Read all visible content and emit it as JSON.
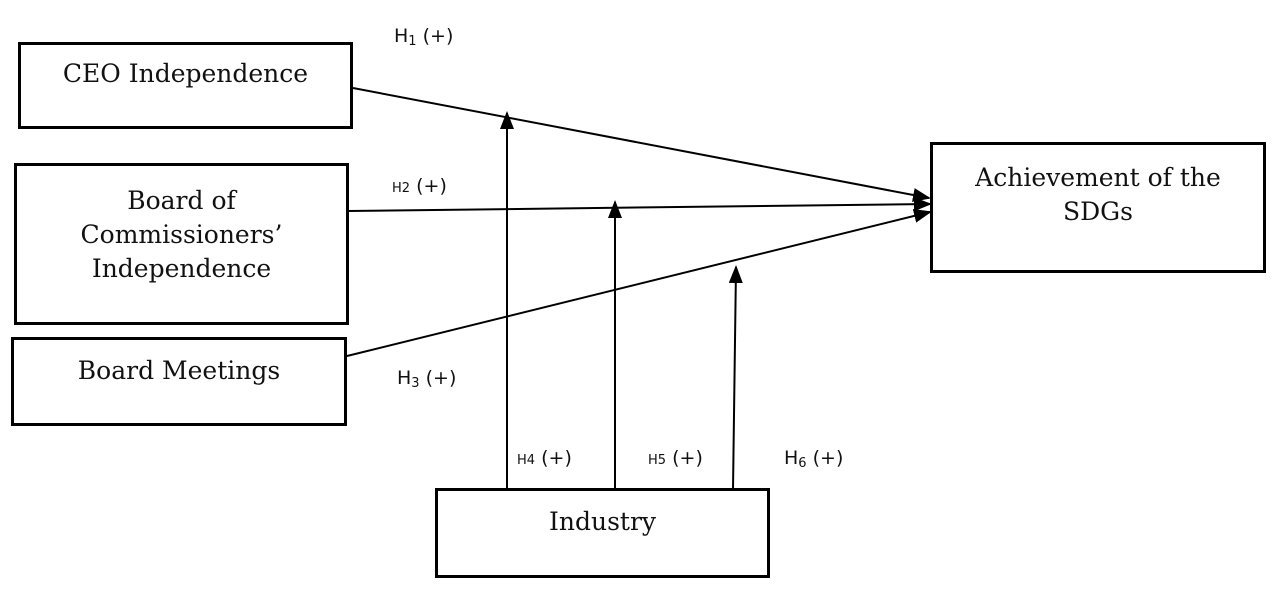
{
  "diagram": {
    "nodes": {
      "ceo": {
        "label": "CEO Independence"
      },
      "boc": {
        "lines": [
          "Board of",
          "Commissioners’",
          "Independence"
        ]
      },
      "meetings": {
        "label": "Board Meetings"
      },
      "sdgs": {
        "lines": [
          "Achievement of the",
          "SDGs"
        ]
      },
      "industry": {
        "label": "Industry"
      }
    },
    "hypotheses": [
      {
        "id": "H1",
        "letter": "H",
        "index": "1",
        "sign": "(+)",
        "from": "CEO Independence",
        "to": "Achievement of the SDGs"
      },
      {
        "id": "H2",
        "letter": "H",
        "index": "2",
        "sign": "(+)",
        "from": "Board of Commissioners’ Independence",
        "to": "Achievement of the SDGs"
      },
      {
        "id": "H3",
        "letter": "H",
        "index": "3",
        "sign": "(+)",
        "from": "Board Meetings",
        "to": "Achievement of the SDGs"
      },
      {
        "id": "H4",
        "letter": "H",
        "index": "4",
        "sign": "(+)",
        "from": "Industry",
        "moderates": "H1"
      },
      {
        "id": "H5",
        "letter": "H",
        "index": "5",
        "sign": "(+)",
        "from": "Industry",
        "moderates": "H2"
      },
      {
        "id": "H6",
        "letter": "H",
        "index": "6",
        "sign": "(+)",
        "from": "Industry",
        "moderates": "H3"
      }
    ]
  }
}
